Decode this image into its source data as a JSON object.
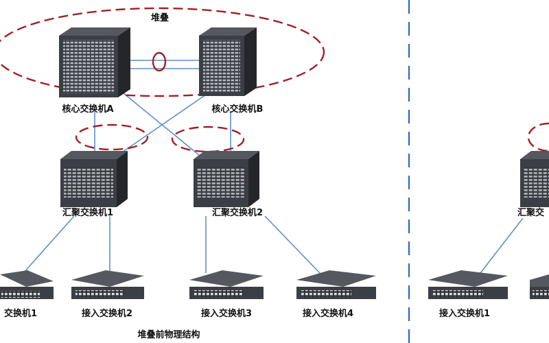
{
  "left_panel": {
    "stack_label": "堆叠",
    "core_switches": [
      {
        "label": "核心交换机A"
      },
      {
        "label": "核心交换机B"
      }
    ],
    "agg_switches": [
      {
        "label": "汇聚交换机1"
      },
      {
        "label": "汇聚交换机2"
      }
    ],
    "access_switches": [
      {
        "label": "交换机1"
      },
      {
        "label": "接入交换机2"
      },
      {
        "label": "接入交换机3"
      },
      {
        "label": "接入交换机4"
      }
    ],
    "caption": "堆叠前物理结构"
  },
  "right_panel": {
    "agg_switch_label": "汇聚交",
    "access_switch_label": "接入交换机1"
  },
  "colors": {
    "link_line": "#5b8fc9",
    "stack_ellipse": "#a01f24",
    "separator": "#3c6fb2",
    "device_body": "#3b3e44",
    "device_top": "#55595f",
    "device_side": "#24262a",
    "text": "#111111"
  }
}
